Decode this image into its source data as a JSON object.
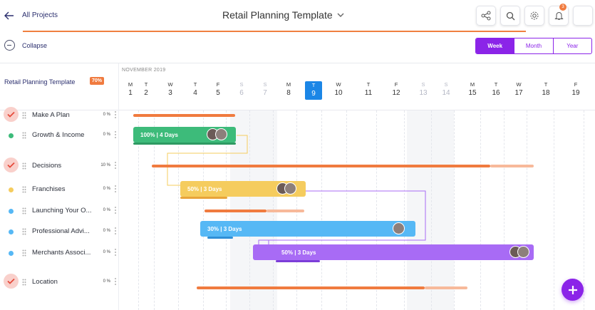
{
  "header": {
    "back_label": "All Projects",
    "title": "Retail Planning Template",
    "notification_count": "3"
  },
  "collapse_label": "Collapse",
  "view_toggle": [
    "Week",
    "Month",
    "Year"
  ],
  "project": {
    "name": "Retail Planning Template",
    "progress": "70%"
  },
  "month": "NOVEMBER 2019",
  "days": [
    {
      "n": "M",
      "d": "1"
    },
    {
      "n": "T",
      "d": "2"
    },
    {
      "n": "W",
      "d": "3"
    },
    {
      "n": "T",
      "d": "4"
    },
    {
      "n": "F",
      "d": "5"
    },
    {
      "n": "S",
      "d": "6"
    },
    {
      "n": "S",
      "d": "7"
    },
    {
      "n": "M",
      "d": "8"
    },
    {
      "n": "T",
      "d": "9"
    },
    {
      "n": "W",
      "d": "10"
    },
    {
      "n": "T",
      "d": "11"
    },
    {
      "n": "F",
      "d": "12"
    },
    {
      "n": "S",
      "d": "13"
    },
    {
      "n": "S",
      "d": "14"
    },
    {
      "n": "M",
      "d": "15"
    },
    {
      "n": "T",
      "d": "16"
    },
    {
      "n": "W",
      "d": "17"
    },
    {
      "n": "T",
      "d": "18"
    },
    {
      "n": "F",
      "d": "19"
    }
  ],
  "tasks": [
    {
      "name": "Make A Plan",
      "pct": "0 %"
    },
    {
      "name": "Growth & Income",
      "pct": "0 %"
    },
    {
      "name": "Decisions",
      "pct": "10 %"
    },
    {
      "name": "Franchises",
      "pct": "0 %"
    },
    {
      "name": "Launching Your O...",
      "pct": "0 %"
    },
    {
      "name": "Professional Advi...",
      "pct": "0 %"
    },
    {
      "name": "Merchants Associ...",
      "pct": "0 %"
    },
    {
      "name": "Location",
      "pct": "0 %"
    }
  ],
  "bars": {
    "growth": "100% | 4 Days",
    "franchises": "50% | 3 Days",
    "professional": "30% | 3 Days",
    "merchants": "50% | 3 Days"
  },
  "colors": {
    "accent": "#8b24e8",
    "orange": "#f07b3f",
    "green": "#3dbb7a",
    "yellow": "#f5cc5e",
    "blue": "#56b8f5",
    "purple": "#a86bf5"
  }
}
